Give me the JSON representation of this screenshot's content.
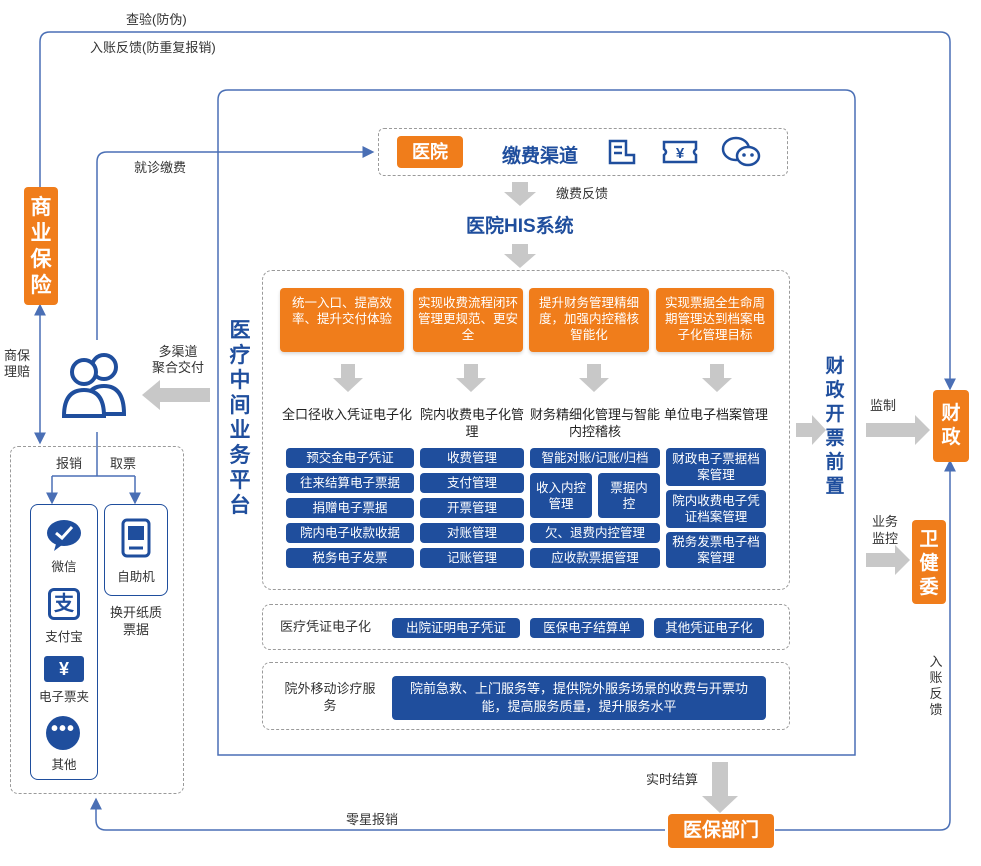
{
  "top_labels": {
    "verify": "查验(防伪)",
    "entry_feedback_top": "入账反馈(防重复报销)"
  },
  "commercial_insurance": "商业保险",
  "commercial_claim": "商保\n理赔",
  "visit_payment": "就诊缴费",
  "multi_channel": "多渠道\n聚合交付",
  "hospital": "医院",
  "payment_channel": "缴费渠道",
  "payment_feedback": "缴费反馈",
  "his_system": "医院HIS系统",
  "platform_title": "医疗中间业务平台",
  "goals": [
    "统一入口、提高效率、提升交付体验",
    "实现收费流程闭环管理更规范、更安全",
    "提升财务管理精细度，加强内控稽核智能化",
    "实现票据全生命周期管理达到档案电子化管理目标"
  ],
  "sections": [
    {
      "title": "全口径收入凭证电子化",
      "items": [
        "预交金电子凭证",
        "往来结算电子票据",
        "捐赠电子票据",
        "院内电子收款收据",
        "税务电子发票"
      ]
    },
    {
      "title": "院内收费电子化管理",
      "items": [
        "收费管理",
        "支付管理",
        "开票管理",
        "对账管理",
        "记账管理"
      ]
    },
    {
      "title": "财务精细化管理与智能内控稽核",
      "items": [
        "智能对账/记账/归档",
        "收入内控管理",
        "票据内控",
        "欠、退费内控管理",
        "应收款票据管理"
      ]
    },
    {
      "title": "单位电子档案管理",
      "items": [
        "财政电子票据档案管理",
        "院内收费电子凭证档案管理",
        "税务发票电子档案管理"
      ]
    }
  ],
  "medical_voucher": {
    "label": "医疗凭证电子化",
    "items": [
      "出院证明电子凭证",
      "医保电子结算单",
      "其他凭证电子化"
    ]
  },
  "mobile_service": {
    "label": "院外移动诊疗服务",
    "desc": "院前急救、上门服务等，提供院外服务场景的收费与开票功能，提高服务质量，提升服务水平"
  },
  "finance_front": "财政开票前置",
  "supervision": "监制",
  "finance": "财政",
  "business_monitor": "业务\n监控",
  "health_commission": "卫健委",
  "entry_feedback_right": "入账反馈",
  "realtime_settlement": "实时结算",
  "medical_insurance": "医保部门",
  "petty_reimbursement": "零星报销",
  "reimburse": "报销",
  "take_ticket": "取票",
  "wallet_items": [
    "微信",
    "支付宝",
    "电子票夹",
    "其他"
  ],
  "kiosk": "自助机",
  "kiosk_note": "换开纸质\n票据",
  "colors": {
    "orange": "#f07d1b",
    "blue": "#1f4e9d",
    "line": "#4a6fb5",
    "arrow_gray": "#c8c8c8"
  }
}
